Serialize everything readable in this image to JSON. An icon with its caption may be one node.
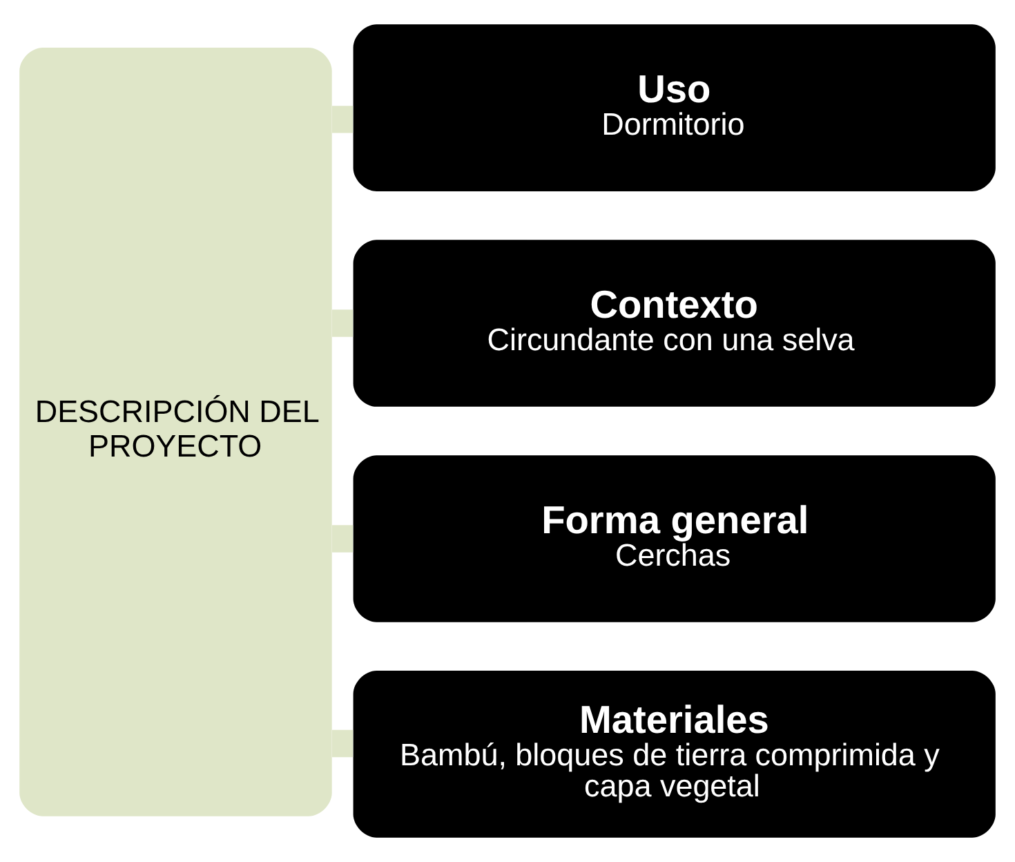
{
  "diagram": {
    "nodes": [
      {
        "text": [
          "DESCRIPCIÓN DEL PROYECTO"
        ]
      },
      {
        "text": [
          "Uso",
          "Dormitorio"
        ]
      },
      {
        "text": [
          "Contexto",
          "Circundante con una selva"
        ]
      },
      {
        "text": [
          "Forma general",
          "Cerchas"
        ]
      },
      {
        "text": [
          "Materiales",
          "Bambú, bloques de tierra comprimida y capa vegetal"
        ]
      }
    ],
    "edges": [
      {
        "from": 0,
        "to": 1,
        "arrow": "none"
      },
      {
        "from": 0,
        "to": 2,
        "arrow": "none"
      },
      {
        "from": 0,
        "to": 3,
        "arrow": "none"
      },
      {
        "from": 0,
        "to": 4,
        "arrow": "none"
      }
    ]
  }
}
